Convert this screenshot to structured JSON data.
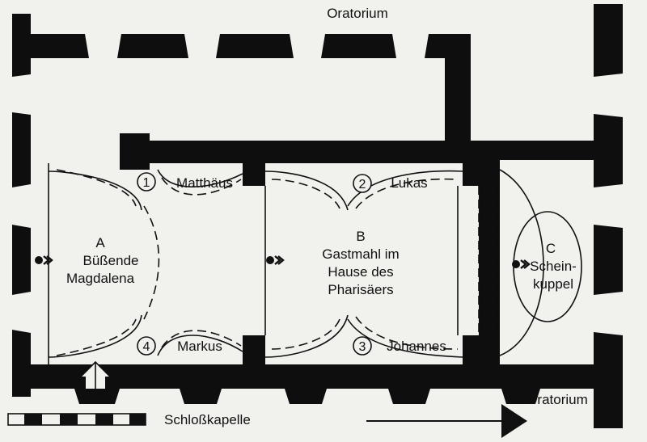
{
  "labels": {
    "oratorium_top": "Oratorium",
    "oratorium_bottom": "Oratorium",
    "scale": "Schloßkapelle",
    "room_a": {
      "letter": "A",
      "line1": "Büßende",
      "line2": "Magdalena"
    },
    "room_b": {
      "letter": "B",
      "line1": "Gastmahl im",
      "line2": "Hause des",
      "line3": "Pharisäers"
    },
    "room_c": {
      "letter": "C",
      "line1": "Schein-",
      "line2": "kuppel"
    },
    "evangelists": [
      {
        "num": "1",
        "name": "Matthäus"
      },
      {
        "num": "2",
        "name": "Lukas"
      },
      {
        "num": "3",
        "name": "Johannes"
      },
      {
        "num": "4",
        "name": "Markus"
      }
    ]
  },
  "colors": {
    "wall": "#0e0e0e",
    "paper": "#f1f1ed",
    "line": "#111111"
  }
}
